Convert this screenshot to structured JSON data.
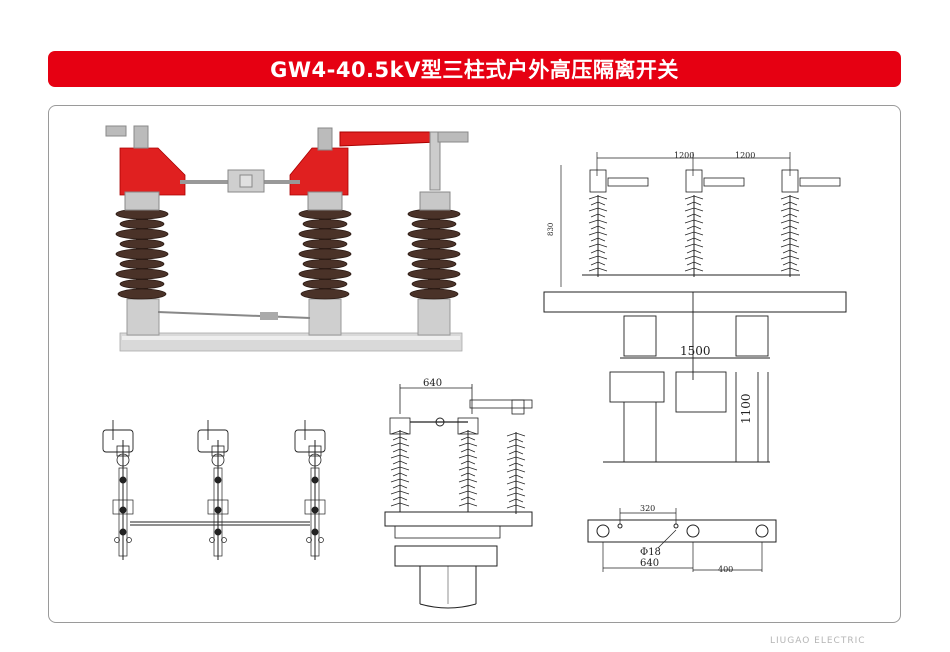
{
  "title": "GW4-40.5kV型三柱式户外高压隔离开关",
  "footer": "LIUGAO ELECTRIC",
  "colors": {
    "title_bg": "#e60012",
    "title_text": "#ffffff",
    "frame": "#9a9a9a"
  },
  "dimensions": {
    "top_span_1": "1200",
    "top_span_2": "1200",
    "height_830": "830",
    "base_1500": "1500",
    "height_1100": "1100",
    "span_640_top": "640",
    "hole_320": "320",
    "hole_dia": "Φ18",
    "plate_640": "640",
    "plate_400": "400"
  }
}
